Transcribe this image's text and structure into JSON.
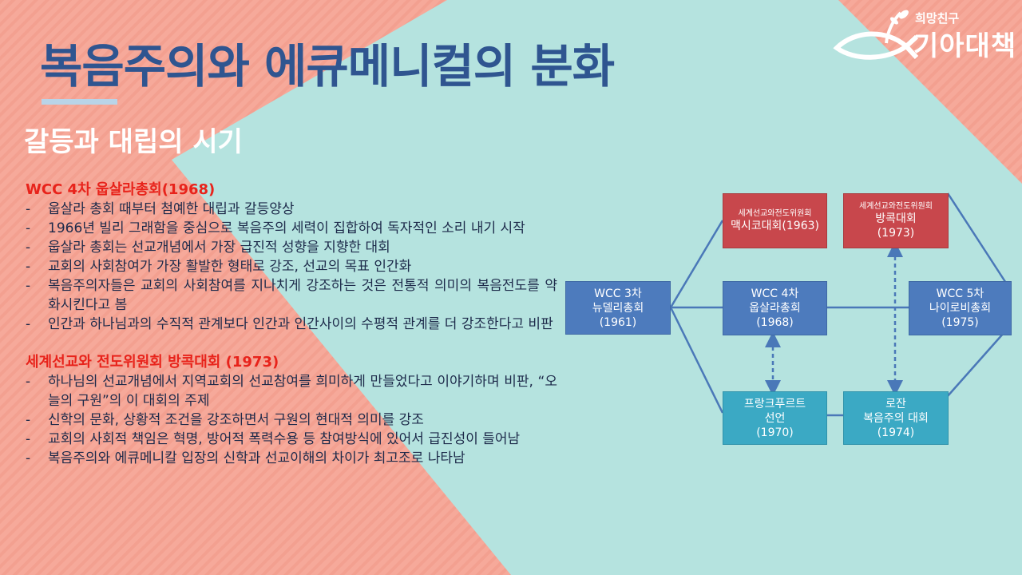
{
  "header": {
    "title": "복음주의와 에큐메니컬의 분화",
    "subtitle": "갈등과 대립의 시기"
  },
  "logo": {
    "small": "희망친구",
    "big": "기아대책",
    "icon": "fish-sprout-icon"
  },
  "sections": [
    {
      "heading": "WCC 4차 웁살라총회(1968)",
      "items": [
        "웁살라 총회 때부터 첨예한 대립과 갈등양상",
        "1966년 빌리 그래함을 중심으로 복음주의 세력이 집합하여 독자적인 소리 내기 시작",
        "웁살라 총회는 선교개념에서 가장 급진적 성향을 지향한 대회",
        "교회의 사회참여가 가장 활발한 형태로 강조, 선교의 목표 인간화",
        "복음주의자들은 교회의 사회참여를 지나치게 강조하는 것은 전통적 의미의 복음전도를 약화시킨다고 봄",
        "인간과 하나님과의 수직적 관계보다 인간과 인간사이의 수평적 관계를 더 강조한다고 비판"
      ]
    },
    {
      "heading": "세계선교와 전도위원회 방콕대회 (1973)",
      "items": [
        "하나님의 선교개념에서 지역교회의 선교참여를 희미하게 만들었다고 이야기하며 비판, “오늘의 구원”의 이 대회의 주제",
        "신학의 문화, 상황적 조건을 강조하면서 구원의 현대적 의미를 강조",
        "교회의 사회적 책임은 혁명, 방어적 폭력수용 등 참여방식에 있어서 급진성이 들어남",
        "복음주의와 에큐메니칼 입장의 신학과 선교이해의 차이가 최고조로 나타남"
      ]
    }
  ],
  "diagram": {
    "bullet": "-",
    "nodes": {
      "wcc3": {
        "line1": "WCC 3차",
        "line2": "뉴델리총회",
        "line3": "(1961)"
      },
      "mexico": {
        "small": "세계선교와전도위원회",
        "line1": "맥시코대회(1963)"
      },
      "bangkok": {
        "small": "세계선교와전도위원회",
        "line1": "방콕대회",
        "line2": "(1973)"
      },
      "wcc4": {
        "line1": "WCC 4차",
        "line2": "웁살라총회",
        "line3": "(1968)"
      },
      "wcc5": {
        "line1": "WCC 5차",
        "line2": "나이로비총회",
        "line3": "(1975)"
      },
      "frankfurt": {
        "line1": "프랑크푸르트",
        "line2": "선언",
        "line3": "(1970)"
      },
      "lausanne": {
        "line1": "로잔",
        "line2": "복음주의 대회",
        "line3": "(1974)"
      }
    },
    "colors": {
      "blue": "#4d7bbd",
      "red": "#c8474c",
      "teal": "#3ba9c4",
      "line": "#4a78b8"
    }
  }
}
